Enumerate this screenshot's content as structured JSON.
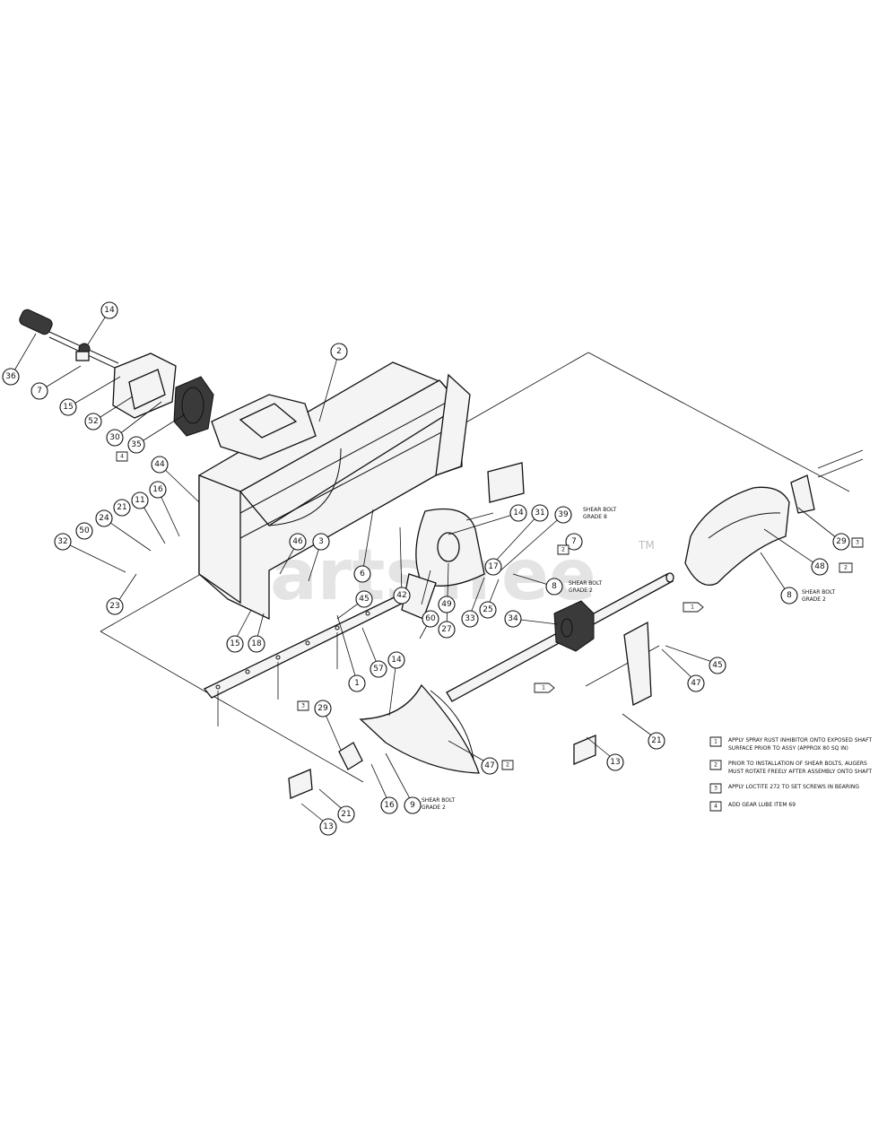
{
  "watermark": {
    "text": "PartsTree",
    "tm": "TM"
  },
  "callouts": [
    {
      "id": "c14a",
      "label": "14"
    },
    {
      "id": "c36",
      "label": "36"
    },
    {
      "id": "c7a",
      "label": "7"
    },
    {
      "id": "c15a",
      "label": "15"
    },
    {
      "id": "c52",
      "label": "52"
    },
    {
      "id": "c30",
      "label": "30"
    },
    {
      "id": "c35",
      "label": "35"
    },
    {
      "id": "c2a",
      "label": "2"
    },
    {
      "id": "c44",
      "label": "44"
    },
    {
      "id": "c16a",
      "label": "16"
    },
    {
      "id": "c11",
      "label": "11"
    },
    {
      "id": "c24",
      "label": "24"
    },
    {
      "id": "c21a",
      "label": "21"
    },
    {
      "id": "c50",
      "label": "50"
    },
    {
      "id": "c32",
      "label": "32"
    },
    {
      "id": "c23",
      "label": "23"
    },
    {
      "id": "c46",
      "label": "46"
    },
    {
      "id": "c3",
      "label": "3"
    },
    {
      "id": "c6",
      "label": "6"
    },
    {
      "id": "c42",
      "label": "42"
    },
    {
      "id": "c14b",
      "label": "14"
    },
    {
      "id": "c31",
      "label": "31"
    },
    {
      "id": "c39",
      "label": "39"
    },
    {
      "id": "c7b",
      "label": "7"
    },
    {
      "id": "c17",
      "label": "17"
    },
    {
      "id": "c8a",
      "label": "8"
    },
    {
      "id": "c49",
      "label": "49"
    },
    {
      "id": "c27",
      "label": "27"
    },
    {
      "id": "c33",
      "label": "33"
    },
    {
      "id": "c25",
      "label": "25"
    },
    {
      "id": "c15b",
      "label": "15"
    },
    {
      "id": "c18",
      "label": "18"
    },
    {
      "id": "c45a",
      "label": "45"
    },
    {
      "id": "c1",
      "label": "1"
    },
    {
      "id": "c57",
      "label": "57"
    },
    {
      "id": "c60",
      "label": "60"
    },
    {
      "id": "c34",
      "label": "34"
    },
    {
      "id": "c14c",
      "label": "14"
    },
    {
      "id": "c29a",
      "label": "29"
    },
    {
      "id": "c47a",
      "label": "47"
    },
    {
      "id": "c16b",
      "label": "16"
    },
    {
      "id": "c9",
      "label": "9"
    },
    {
      "id": "c21b",
      "label": "21"
    },
    {
      "id": "c13a",
      "label": "13"
    },
    {
      "id": "c47b",
      "label": "47"
    },
    {
      "id": "c45b",
      "label": "45"
    },
    {
      "id": "c21c",
      "label": "21"
    },
    {
      "id": "c13b",
      "label": "13"
    },
    {
      "id": "c29b",
      "label": "29"
    },
    {
      "id": "c48",
      "label": "48"
    },
    {
      "id": "c8b",
      "label": "8"
    }
  ],
  "shear_bolt_labels": [
    {
      "line1": "SHEAR BOLT",
      "line2": "GRADE 8"
    },
    {
      "line1": "SHEAR BOLT",
      "line2": "GRADE 2"
    },
    {
      "line1": "SHEAR BOLT",
      "line2": "GRADE 2"
    },
    {
      "line1": "SHEAR BOLT",
      "line2": "GRADE 2"
    }
  ],
  "flags": [
    {
      "label": "1"
    },
    {
      "label": "2"
    },
    {
      "label": "3"
    },
    {
      "label": "3"
    },
    {
      "label": "4"
    },
    {
      "label": "1"
    },
    {
      "label": "2"
    },
    {
      "label": "2"
    }
  ],
  "notes": [
    {
      "flag": "1",
      "line1": "APPLY SPRAY RUST INHIBITOR ONTO EXPOSED SHAFT",
      "line2": "SURFACE PRIOR TO ASSY (APPROX 80 SQ IN)"
    },
    {
      "flag": "2",
      "line1": "PRIOR TO INSTALLATION OF SHEAR BOLTS, AUGERS",
      "line2": "MUST ROTATE FREELY AFTER ASSEMBLY ONTO SHAFT"
    },
    {
      "flag": "3",
      "line1": "APPLY LOCTITE 272 TO SET SCREWS IN BEARING",
      "line2": ""
    },
    {
      "flag": "4",
      "line1": "ADD GEAR LUBE ITEM 69",
      "line2": ""
    }
  ]
}
